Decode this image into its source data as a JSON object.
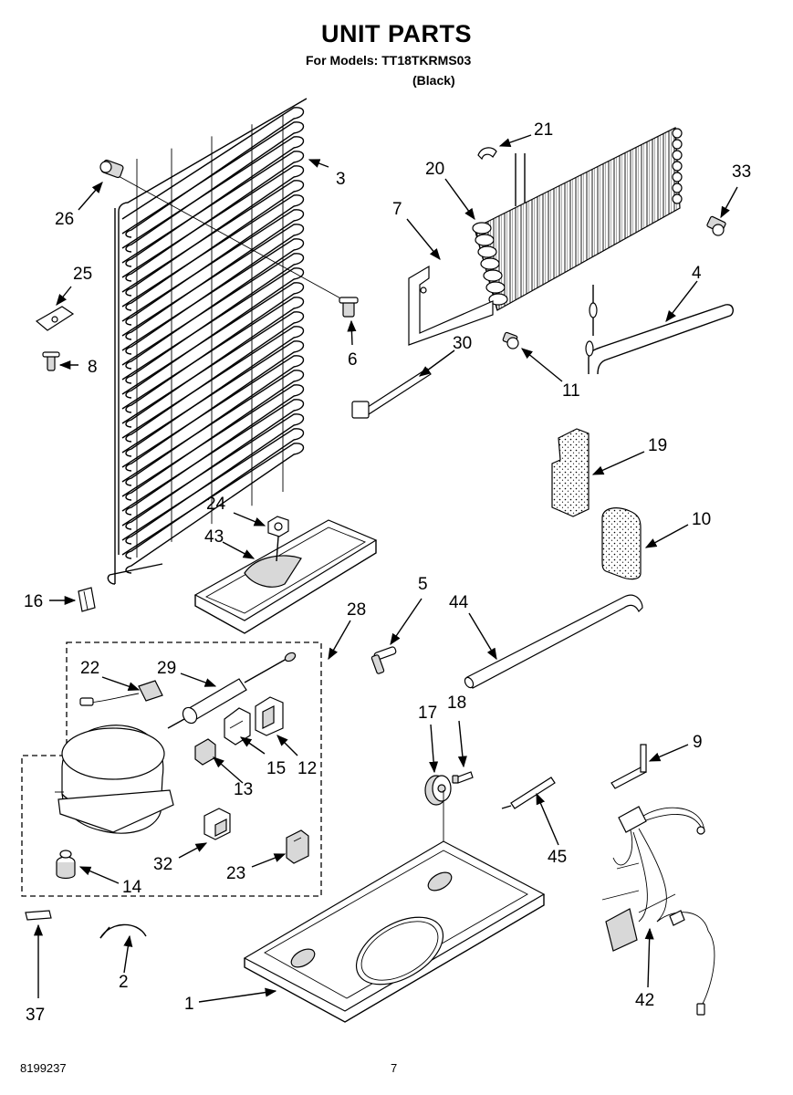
{
  "header": {
    "title": "UNIT PARTS",
    "models": "For Models: TT18TKRMS03",
    "color": "(Black)"
  },
  "footer": {
    "doc_number": "8199237",
    "page_number": "7"
  },
  "callouts": {
    "c1": "1",
    "c2": "2",
    "c3": "3",
    "c4": "4",
    "c5": "5",
    "c6": "6",
    "c7": "7",
    "c8": "8",
    "c9": "9",
    "c10": "10",
    "c11": "11",
    "c12": "12",
    "c13": "13",
    "c14": "14",
    "c15": "15",
    "c16": "16",
    "c17": "17",
    "c18": "18",
    "c19": "19",
    "c20": "20",
    "c21": "21",
    "c22": "22",
    "c23": "23",
    "c24": "24",
    "c25": "25",
    "c26": "26",
    "c28": "28",
    "c29": "29",
    "c30": "30",
    "c32": "32",
    "c33": "33",
    "c37": "37",
    "c42": "42",
    "c43": "43",
    "c44": "44",
    "c45": "45"
  }
}
